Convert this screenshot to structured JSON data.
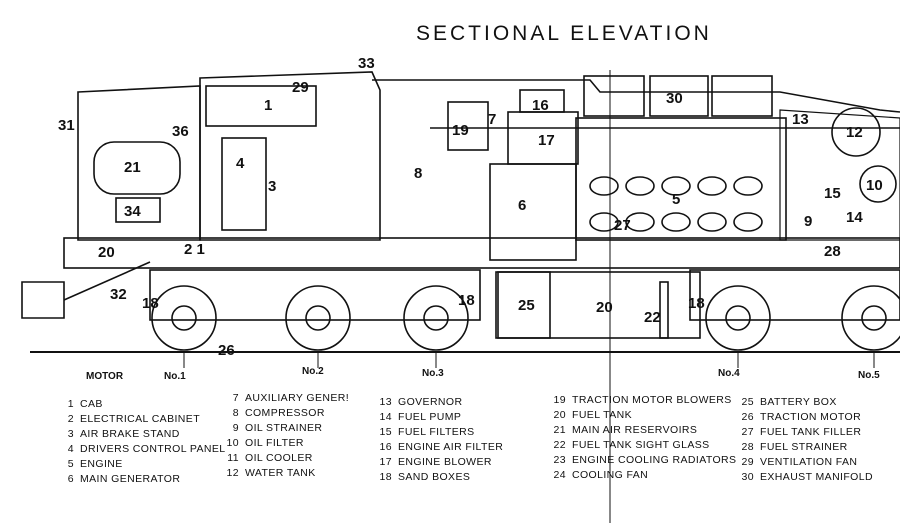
{
  "title": "SECTIONAL ELEVATION",
  "callouts": [
    "1",
    "2 1",
    "3",
    "4",
    "5",
    "6",
    "7",
    "8",
    "9",
    "10",
    "12",
    "13",
    "14",
    "15",
    "16",
    "17",
    "18",
    "18",
    "18",
    "19",
    "20",
    "20",
    "21",
    "22",
    "25",
    "26",
    "27",
    "28",
    "29",
    "30",
    "31",
    "32",
    "33",
    "34",
    "36"
  ],
  "axle_labels": [
    "MOTOR",
    "No.1",
    "No.2",
    "No.3",
    "No.4",
    "No.5"
  ],
  "legend": [
    {
      "num": "1",
      "label": "CAB"
    },
    {
      "num": "2",
      "label": "ELECTRICAL CABINET"
    },
    {
      "num": "3",
      "label": "AIR BRAKE STAND"
    },
    {
      "num": "4",
      "label": "DRIVERS CONTROL PANEL"
    },
    {
      "num": "5",
      "label": "ENGINE"
    },
    {
      "num": "6",
      "label": "MAIN GENERATOR"
    },
    {
      "num": "7",
      "label": "AUXILIARY GENER!"
    },
    {
      "num": "8",
      "label": "COMPRESSOR"
    },
    {
      "num": "9",
      "label": "OIL STRAINER"
    },
    {
      "num": "10",
      "label": "OIL FILTER"
    },
    {
      "num": "11",
      "label": "OIL COOLER"
    },
    {
      "num": "12",
      "label": "WATER TANK"
    },
    {
      "num": "13",
      "label": "GOVERNOR"
    },
    {
      "num": "14",
      "label": "FUEL PUMP"
    },
    {
      "num": "15",
      "label": "FUEL FILTERS"
    },
    {
      "num": "16",
      "label": "ENGINE AIR FILTER"
    },
    {
      "num": "17",
      "label": "ENGINE BLOWER"
    },
    {
      "num": "18",
      "label": "SAND BOXES"
    },
    {
      "num": "19",
      "label": "TRACTION MOTOR BLOWERS"
    },
    {
      "num": "20",
      "label": "FUEL TANK"
    },
    {
      "num": "21",
      "label": "MAIN AIR RESERVOIRS"
    },
    {
      "num": "22",
      "label": "FUEL TANK SIGHT GLASS"
    },
    {
      "num": "23",
      "label": "ENGINE COOLING RADIATORS"
    },
    {
      "num": "24",
      "label": "COOLING FAN"
    },
    {
      "num": "25",
      "label": "BATTERY BOX"
    },
    {
      "num": "26",
      "label": "TRACTION MOTOR"
    },
    {
      "num": "27",
      "label": "FUEL TANK FILLER"
    },
    {
      "num": "28",
      "label": "FUEL STRAINER"
    },
    {
      "num": "29",
      "label": "VENTILATION FAN"
    },
    {
      "num": "30",
      "label": "EXHAUST MANIFOLD"
    }
  ]
}
